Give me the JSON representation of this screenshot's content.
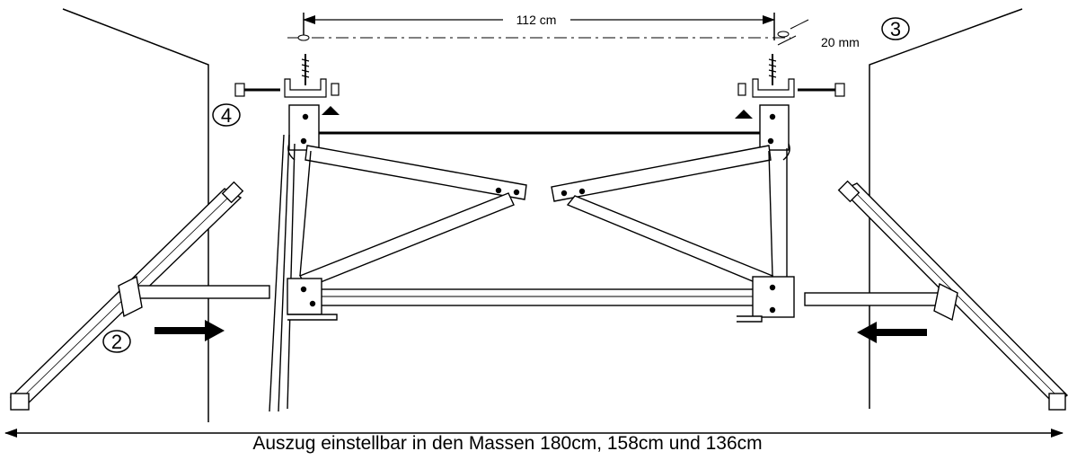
{
  "dimensions": {
    "distance": "112 cm",
    "hole_depth": "20 mm"
  },
  "steps": {
    "step2": "2",
    "step3": "3",
    "step4": "4"
  },
  "caption": "Auszug einstellbar in den Massen 180cm, 158cm und 136cm",
  "colors": {
    "line": "#000000",
    "background": "#ffffff"
  }
}
